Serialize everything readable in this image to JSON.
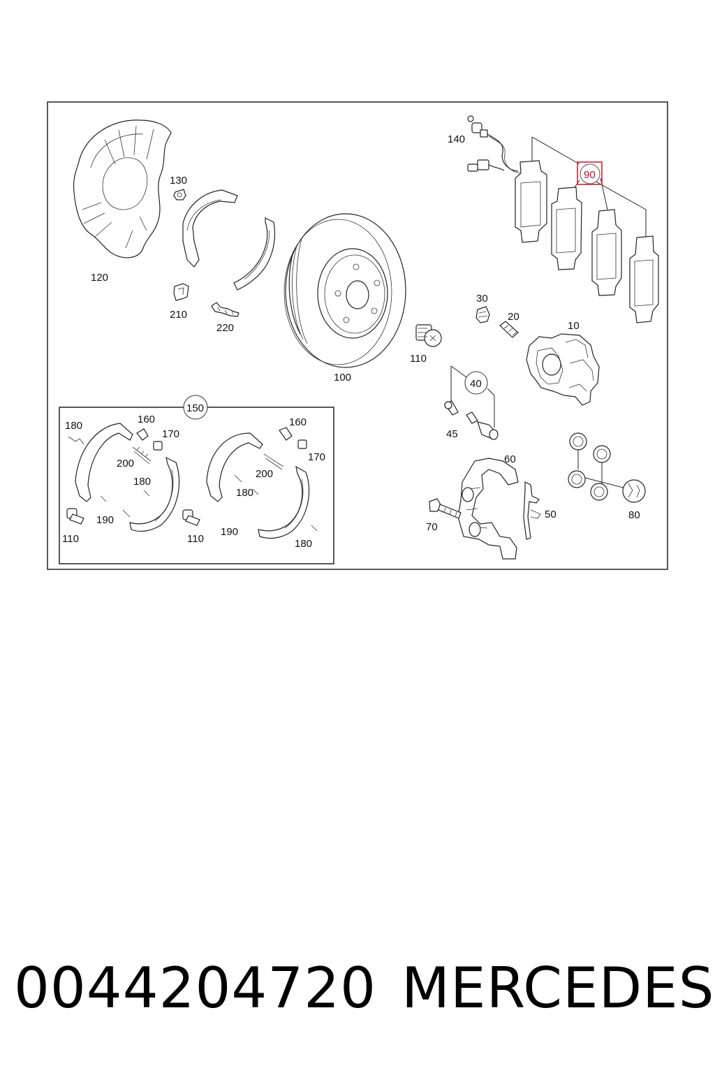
{
  "diagram": {
    "labels": {
      "l10": "10",
      "l20": "20",
      "l30": "30",
      "l40": "40",
      "l45": "45",
      "l50": "50",
      "l60": "60",
      "l70": "70",
      "l80": "80",
      "l90": "90",
      "l100": "100",
      "l110a": "110",
      "l110b": "110",
      "l110c": "110",
      "l120": "120",
      "l130": "130",
      "l140": "140",
      "l150": "150",
      "l160a": "160",
      "l160b": "160",
      "l170a": "170",
      "l170b": "170",
      "l180a": "180",
      "l180b": "180",
      "l180c": "180",
      "l180d": "180",
      "l190a": "190",
      "l190b": "190",
      "l200a": "200",
      "l200b": "200",
      "l210": "210",
      "l220": "220"
    },
    "highlight_color": "#d2202f"
  },
  "footer": {
    "part_number": "0044204720",
    "brand": "MERCEDES"
  }
}
